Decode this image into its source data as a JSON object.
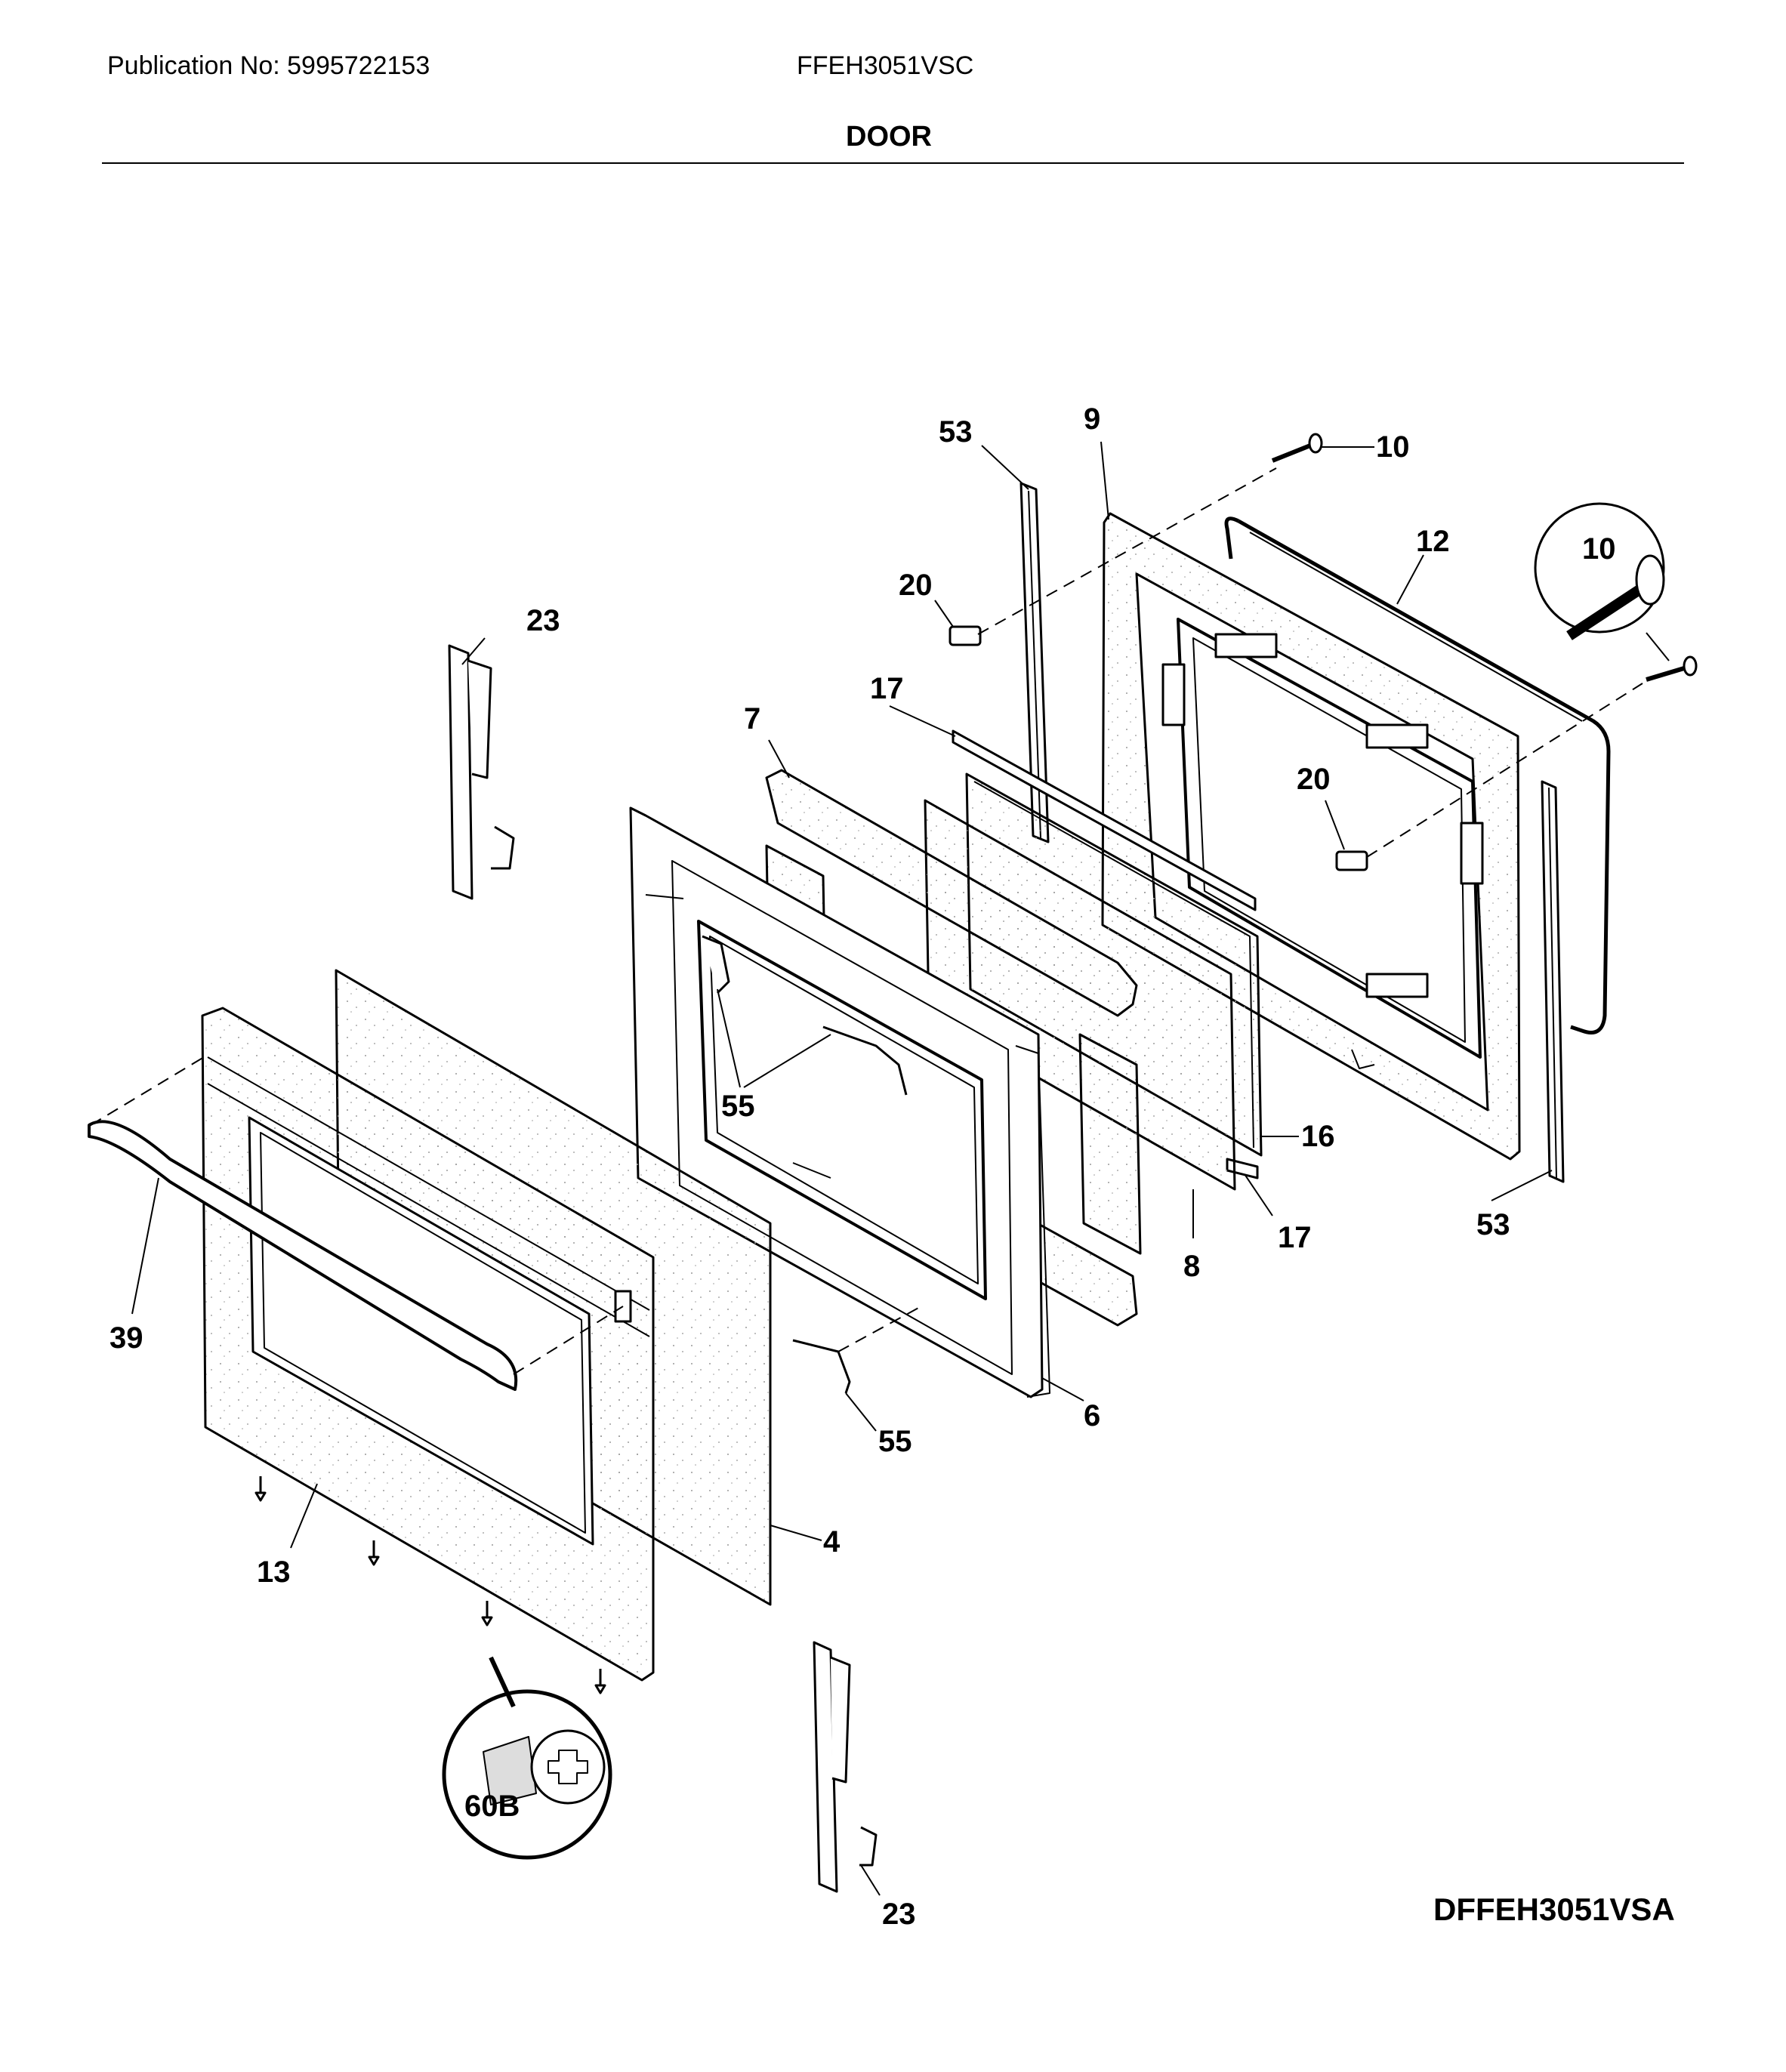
{
  "header": {
    "publication": "Publication No: 5995722153",
    "model": "FFEH3051VSC",
    "section": "DOOR"
  },
  "footer": {
    "diagram_code": "DFFEH3051VSA"
  },
  "callouts": {
    "p53a": "53",
    "p9": "9",
    "p10": "10",
    "p12": "12",
    "p10_detail": "10",
    "p20a": "20",
    "p23a": "23",
    "p17a": "17",
    "p7": "7",
    "p20b": "20",
    "p55a": "55",
    "p16": "16",
    "p39": "39",
    "p17b": "17",
    "p53b": "53",
    "p8": "8",
    "p6": "6",
    "p55b": "55",
    "p4": "4",
    "p13": "13",
    "p60b": "60B",
    "p23b": "23"
  }
}
